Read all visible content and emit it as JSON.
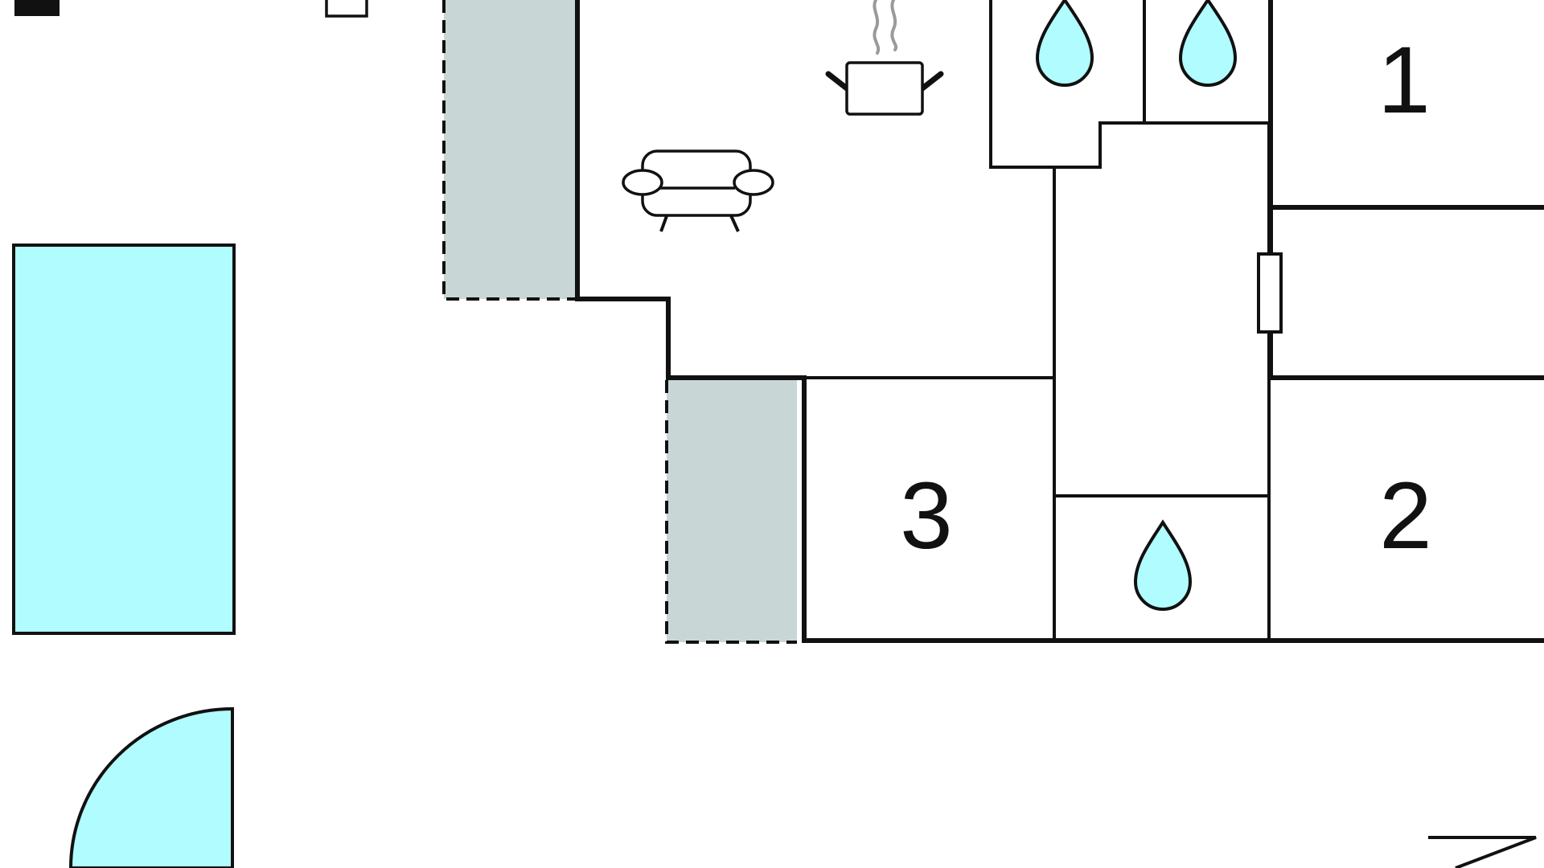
{
  "rooms": {
    "bedroom_1": "1",
    "bedroom_2": "2",
    "bedroom_3": "3"
  },
  "icons": {
    "kitchen": "cooking-pot-icon",
    "living_room": "sofa-icon",
    "bathroom": "water-drop-icon",
    "compass": "north-arrow-icon"
  },
  "colors": {
    "pool": "#b0fcff",
    "water_drop": "#b0fcff",
    "terrace": "#c8d6d6",
    "walls": "#111111",
    "steam": "#9a9a9a"
  }
}
